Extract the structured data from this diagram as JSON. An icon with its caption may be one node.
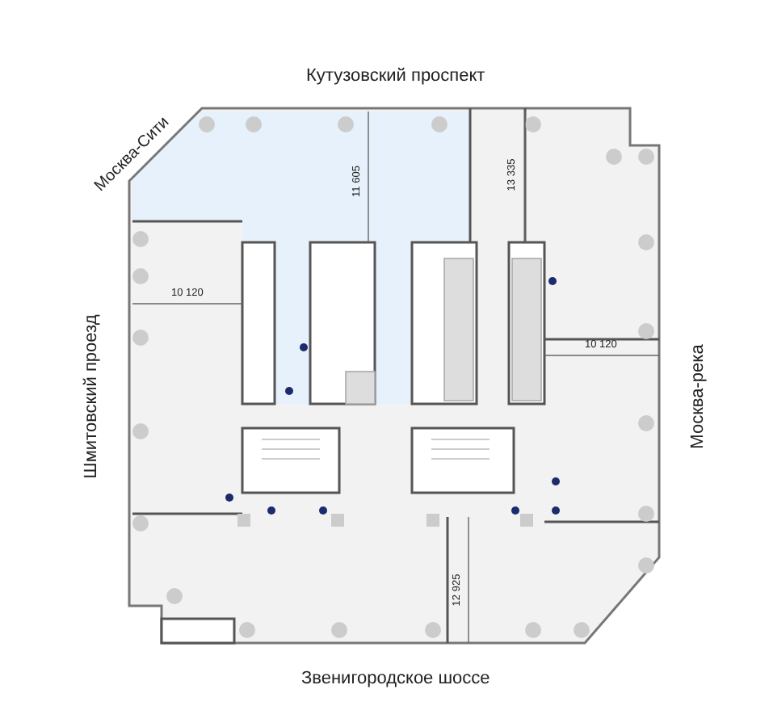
{
  "diagram": {
    "labels": [
      "Кутузовский проспект",
      "Москва-Сити",
      "11 605",
      "13 335",
      "10 120",
      "Шмитовский проезд",
      "10 120",
      "Москва-река",
      "12 925",
      "Звенигородское шоссе"
    ]
  }
}
